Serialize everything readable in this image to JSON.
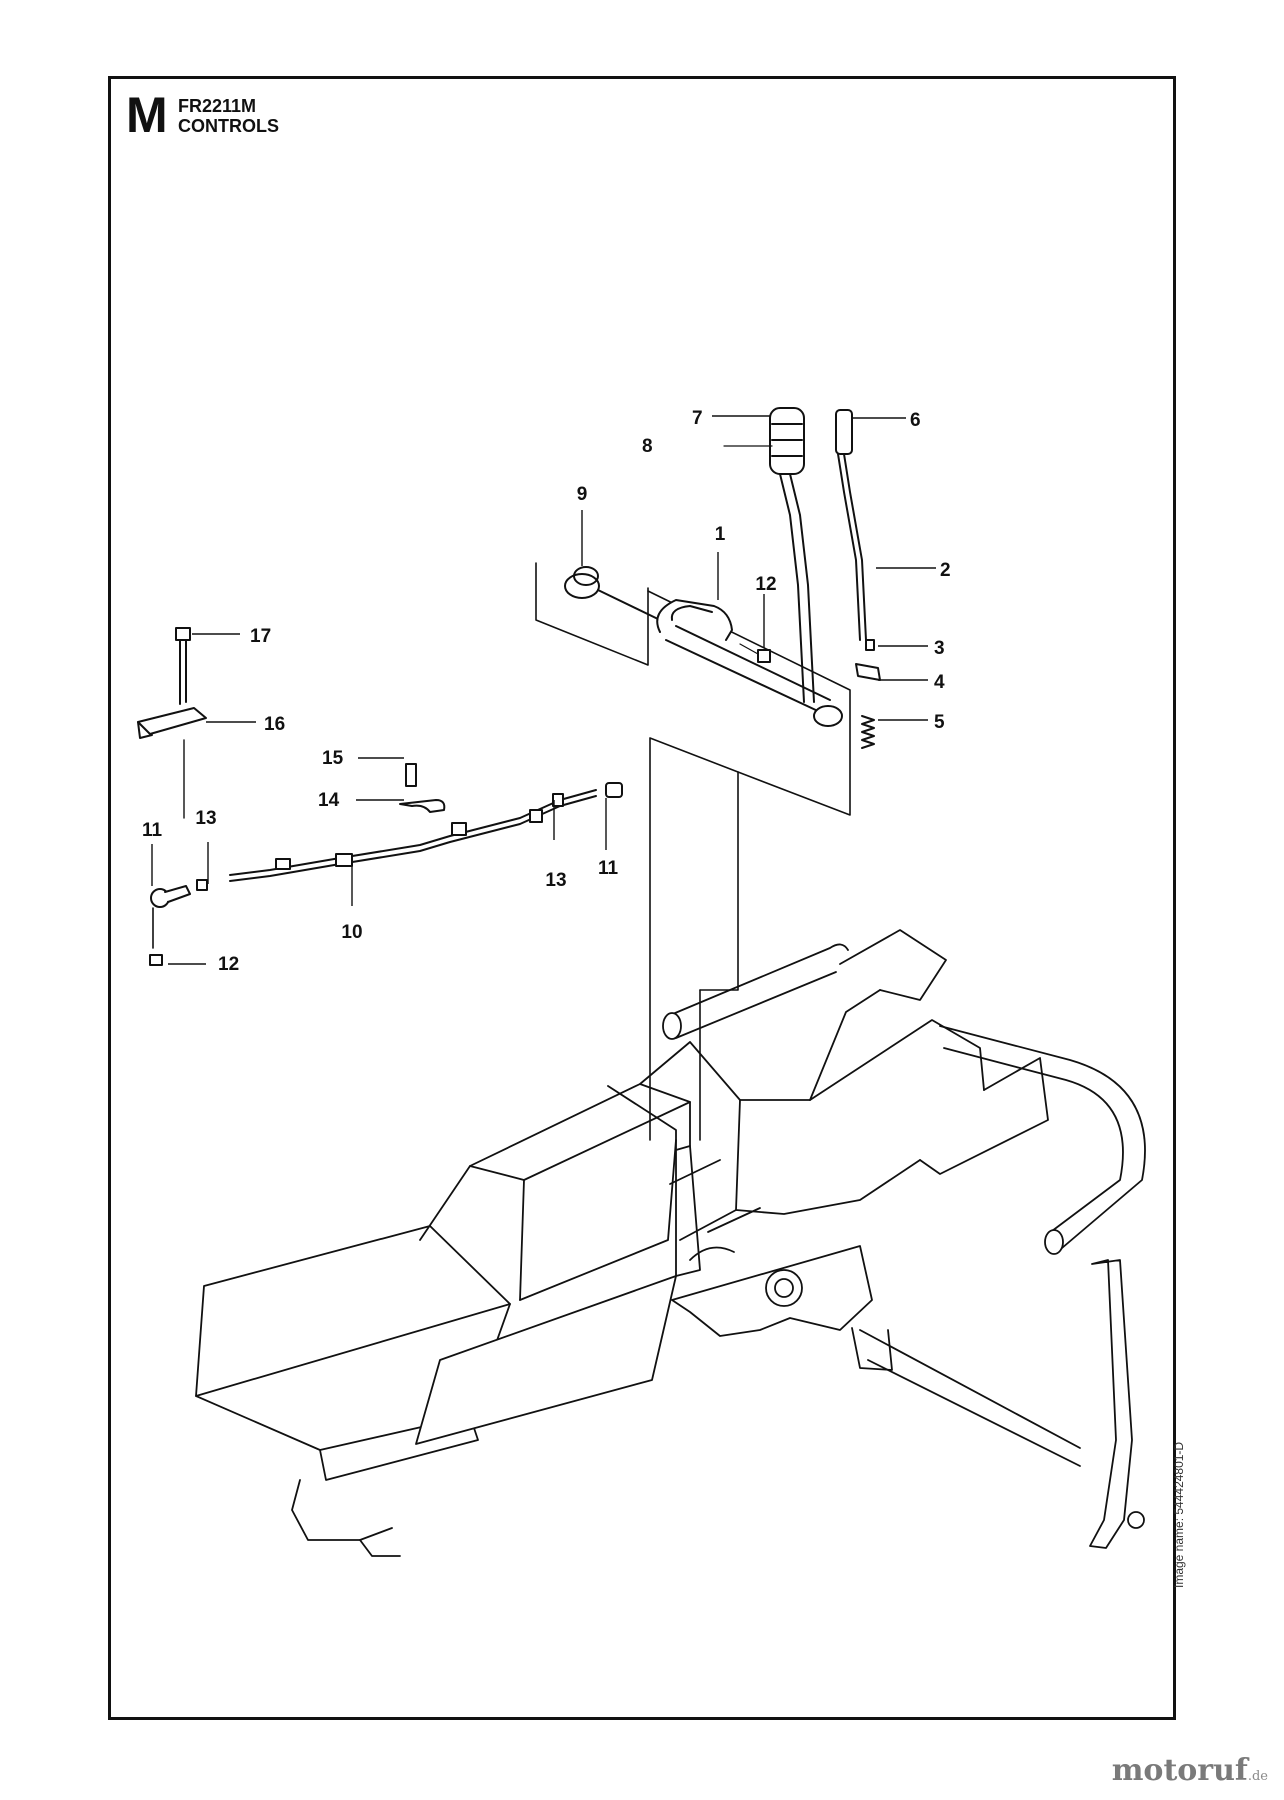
{
  "header": {
    "section_letter": "M",
    "model": "FR2211M",
    "section_title": "CONTROLS"
  },
  "image_name": "Image name: 544424801-D",
  "callouts": [
    "1",
    "2",
    "3",
    "4",
    "5",
    "6",
    "7",
    "8",
    "9",
    "10",
    "11",
    "11",
    "12",
    "12",
    "13",
    "13",
    "14",
    "15",
    "16",
    "17"
  ],
  "brand": {
    "name": "motoruf",
    "suffix": ".de"
  }
}
